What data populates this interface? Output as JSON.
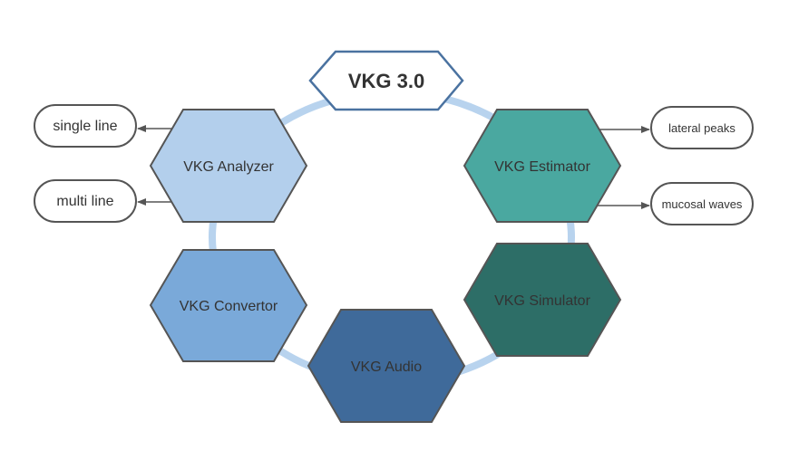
{
  "diagram": {
    "title": "VKG 3.0",
    "modules": {
      "analyzer": {
        "label": "VKG Analyzer",
        "color": "#b3cfec"
      },
      "estimator": {
        "label": "VKG Estimator",
        "color": "#4aa8a0"
      },
      "convertor": {
        "label": "VKG Convertor",
        "color": "#7aa9d9"
      },
      "simulator": {
        "label": "VKG Simulator",
        "color": "#2d6e67"
      },
      "audio": {
        "label": "VKG Audio",
        "color": "#3f6a9a"
      }
    },
    "outputs": {
      "single_line": "single line",
      "multi_line": "multi line",
      "lateral_peaks": "lateral peaks",
      "mucosal_waves": "mucosal waves"
    },
    "colors": {
      "ring": "#b8d3ee",
      "title_stroke": "#4a72a0",
      "hex_stroke": "#555555",
      "pill_stroke": "#555555",
      "arrow": "#555555"
    }
  }
}
